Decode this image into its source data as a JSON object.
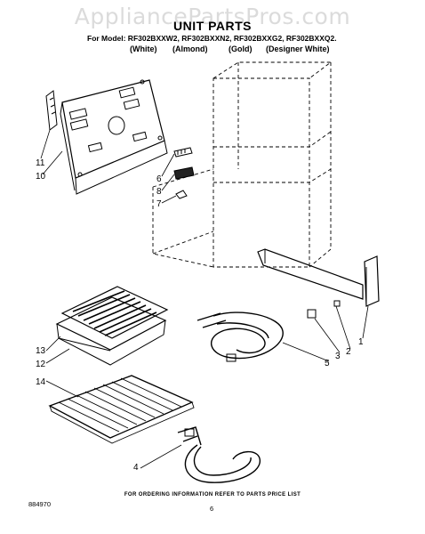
{
  "watermark": "AppliancePartsPros.com",
  "title": "UNIT PARTS",
  "model_line": "For Model: RF302BXXW2, RF302BXXN2, RF302BXXG2, RF302BXXQ2.",
  "colors": [
    "(White)",
    "(Almond)",
    "(Gold)",
    "(Designer White)"
  ],
  "callouts": [
    "1",
    "2",
    "3",
    "4",
    "5",
    "6",
    "7",
    "8",
    "10",
    "11",
    "12",
    "13",
    "14"
  ],
  "footer_note": "FOR ORDERING INFORMATION REFER TO PARTS PRICE LIST",
  "doc_number": "884970",
  "page_number": "6"
}
